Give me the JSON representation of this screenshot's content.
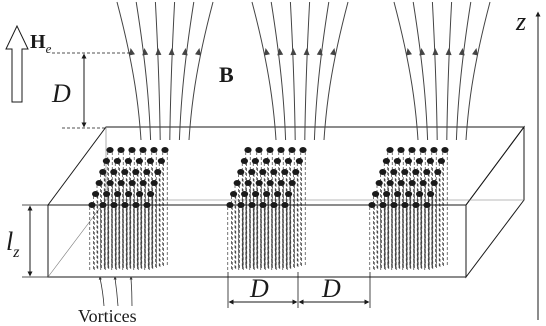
{
  "figure": {
    "labels": {
      "field_main": "H",
      "field_sub": "e",
      "period_vertical": "D",
      "induction": "B",
      "axis": "z",
      "thickness_main": "l",
      "thickness_sub": "z",
      "period_bottom_left": "D",
      "period_bottom_right": "D",
      "vortices": "Vortices"
    },
    "colors": {
      "ink": "#1a1a1a",
      "field_lines": "#444444"
    }
  }
}
